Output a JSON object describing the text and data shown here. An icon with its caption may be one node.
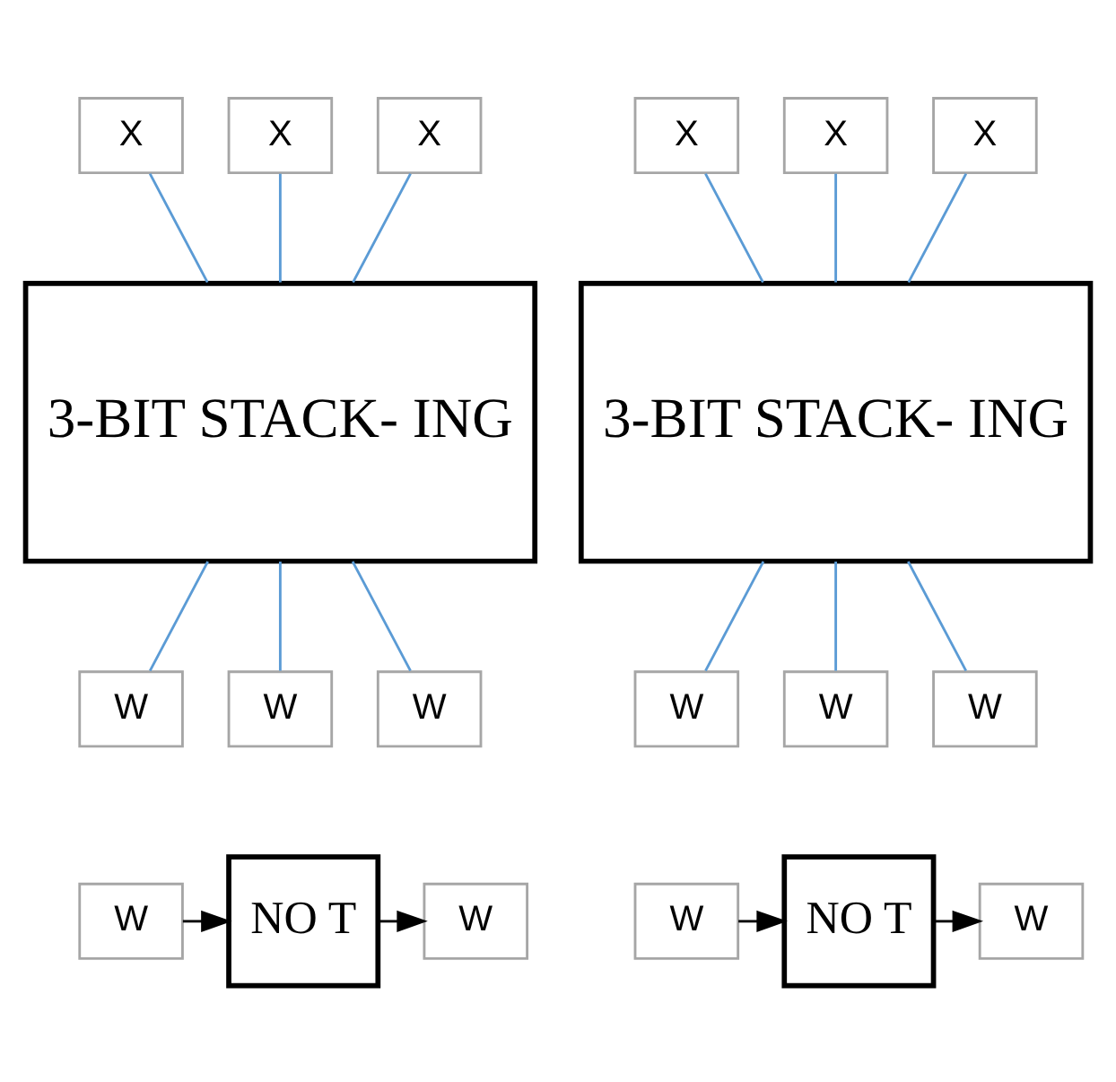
{
  "diagram": {
    "nodes": [
      {
        "text": [
          "X"
        ]
      },
      {
        "text": [
          "X"
        ]
      },
      {
        "text": [
          "X"
        ]
      },
      {
        "text": [
          "3-BIT STACK- ING"
        ]
      },
      {
        "text": [
          "W"
        ]
      },
      {
        "text": [
          "W"
        ]
      },
      {
        "text": [
          "W"
        ]
      },
      {
        "text": [
          "X"
        ]
      },
      {
        "text": [
          "X"
        ]
      },
      {
        "text": [
          "X"
        ]
      },
      {
        "text": [
          "3-BIT STACK- ING"
        ]
      },
      {
        "text": [
          "W"
        ]
      },
      {
        "text": [
          "W"
        ]
      },
      {
        "text": [
          "W"
        ]
      },
      {
        "text": [
          "W"
        ]
      },
      {
        "text": [
          "NO T"
        ]
      },
      {
        "text": [
          "W"
        ]
      },
      {
        "text": [
          "W"
        ]
      },
      {
        "text": [
          "NO T"
        ]
      },
      {
        "text": [
          "W"
        ]
      }
    ],
    "edges": [
      {
        "from": 0,
        "to": 3,
        "arrow": "none",
        "color": "#5b9bd5"
      },
      {
        "from": 1,
        "to": 3,
        "arrow": "none",
        "color": "#5b9bd5"
      },
      {
        "from": 2,
        "to": 3,
        "arrow": "none",
        "color": "#5b9bd5"
      },
      {
        "from": 3,
        "to": 4,
        "arrow": "none",
        "color": "#5b9bd5"
      },
      {
        "from": 3,
        "to": 5,
        "arrow": "none",
        "color": "#5b9bd5"
      },
      {
        "from": 3,
        "to": 6,
        "arrow": "none",
        "color": "#5b9bd5"
      },
      {
        "from": 7,
        "to": 10,
        "arrow": "none",
        "color": "#5b9bd5"
      },
      {
        "from": 8,
        "to": 10,
        "arrow": "none",
        "color": "#5b9bd5"
      },
      {
        "from": 9,
        "to": 10,
        "arrow": "none",
        "color": "#5b9bd5"
      },
      {
        "from": 10,
        "to": 11,
        "arrow": "none",
        "color": "#5b9bd5"
      },
      {
        "from": 10,
        "to": 12,
        "arrow": "none",
        "color": "#5b9bd5"
      },
      {
        "from": 10,
        "to": 13,
        "arrow": "none",
        "color": "#5b9bd5"
      },
      {
        "from": 14,
        "to": 15,
        "arrow": "to",
        "color": "#000000"
      },
      {
        "from": 15,
        "to": 16,
        "arrow": "to",
        "color": "#000000"
      },
      {
        "from": 17,
        "to": 18,
        "arrow": "to",
        "color": "#000000"
      },
      {
        "from": 18,
        "to": 19,
        "arrow": "to",
        "color": "#000000"
      }
    ]
  }
}
